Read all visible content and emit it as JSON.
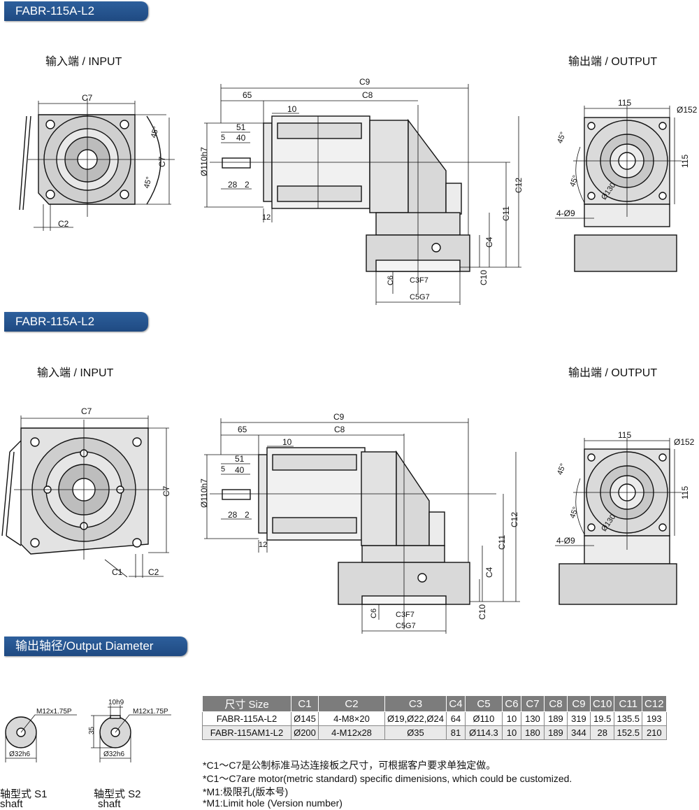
{
  "sections": [
    {
      "title": "FABR-115A-L2",
      "input_label": "输入端 / INPUT",
      "output_label": "输出端 / OUTPUT"
    },
    {
      "title": "FABR-115A-L2",
      "input_label": "输入端 / INPUT",
      "output_label": "输出端 / OUTPUT"
    }
  ],
  "dims": {
    "c1": "C1",
    "c2": "C2",
    "c3f7": "C3F7",
    "c4": "C4",
    "c5g7": "C5G7",
    "c6": "C6",
    "c7": "C7",
    "c8": "C8",
    "c9": "C9",
    "c10": "C10",
    "c11": "C11",
    "c12": "C12",
    "d65": "65",
    "d10": "10",
    "d51": "51",
    "d5": "5",
    "d40": "40",
    "d28": "28",
    "d2": "2",
    "d12": "12",
    "d110": "Ø110h7",
    "d115": "115",
    "d152": "Ø152",
    "d130": "Ø130",
    "d4x9": "4-Ø9",
    "a45": "45°"
  },
  "shaft": {
    "title": "输出轴径/Output Diameter",
    "thread": "M12x1.75P",
    "dia": "Ø32h6",
    "key": "10h9",
    "height": "35",
    "s1": "轴型式 S1",
    "s2": "轴型式 S2",
    "shaft_word": "shaft"
  },
  "table": {
    "headers": [
      "尺寸 Size",
      "C1",
      "C2",
      "C3",
      "C4",
      "C5",
      "C6",
      "C7",
      "C8",
      "C9",
      "C10",
      "C11",
      "C12"
    ],
    "rows": [
      [
        "FABR-115A-L2",
        "Ø145",
        "4-M8×20",
        "Ø19,Ø22,Ø24",
        "64",
        "Ø110",
        "10",
        "130",
        "189",
        "319",
        "19.5",
        "135.5",
        "193"
      ],
      [
        "FABR-115AM1-L2",
        "Ø200",
        "4-M12x28",
        "Ø35",
        "81",
        "Ø114.3",
        "10",
        "180",
        "189",
        "344",
        "28",
        "152.5",
        "210"
      ]
    ]
  },
  "notes": [
    "*C1～C7是公制标准马达连接板之尺寸，可根据客户要求单独定做。",
    "*C1～C7are motor(metric standard) specific dimenisions, which could be customized.",
    "*M1:极限孔(版本号)",
    "*M1:Limit hole (Version number)"
  ]
}
